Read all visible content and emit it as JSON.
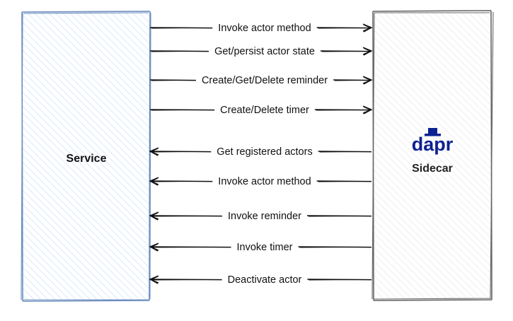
{
  "service": {
    "label": "Service",
    "border_color": "#6c8ebf"
  },
  "sidecar": {
    "logo_text": "dapr",
    "label": "Sidecar",
    "border_color": "#666666",
    "brand_color": "#0d2192"
  },
  "messages": [
    {
      "label": "Invoke actor method",
      "direction": "to-sidecar"
    },
    {
      "label": "Get/persist actor state",
      "direction": "to-sidecar"
    },
    {
      "label": "Create/Get/Delete reminder",
      "direction": "to-sidecar"
    },
    {
      "label": "Create/Delete timer",
      "direction": "to-sidecar"
    },
    {
      "label": "Get registered actors",
      "direction": "to-service"
    },
    {
      "label": "Invoke actor method",
      "direction": "to-service"
    },
    {
      "label": "Invoke reminder",
      "direction": "to-service"
    },
    {
      "label": "Invoke timer",
      "direction": "to-service"
    },
    {
      "label": "Deactivate actor",
      "direction": "to-service"
    }
  ]
}
